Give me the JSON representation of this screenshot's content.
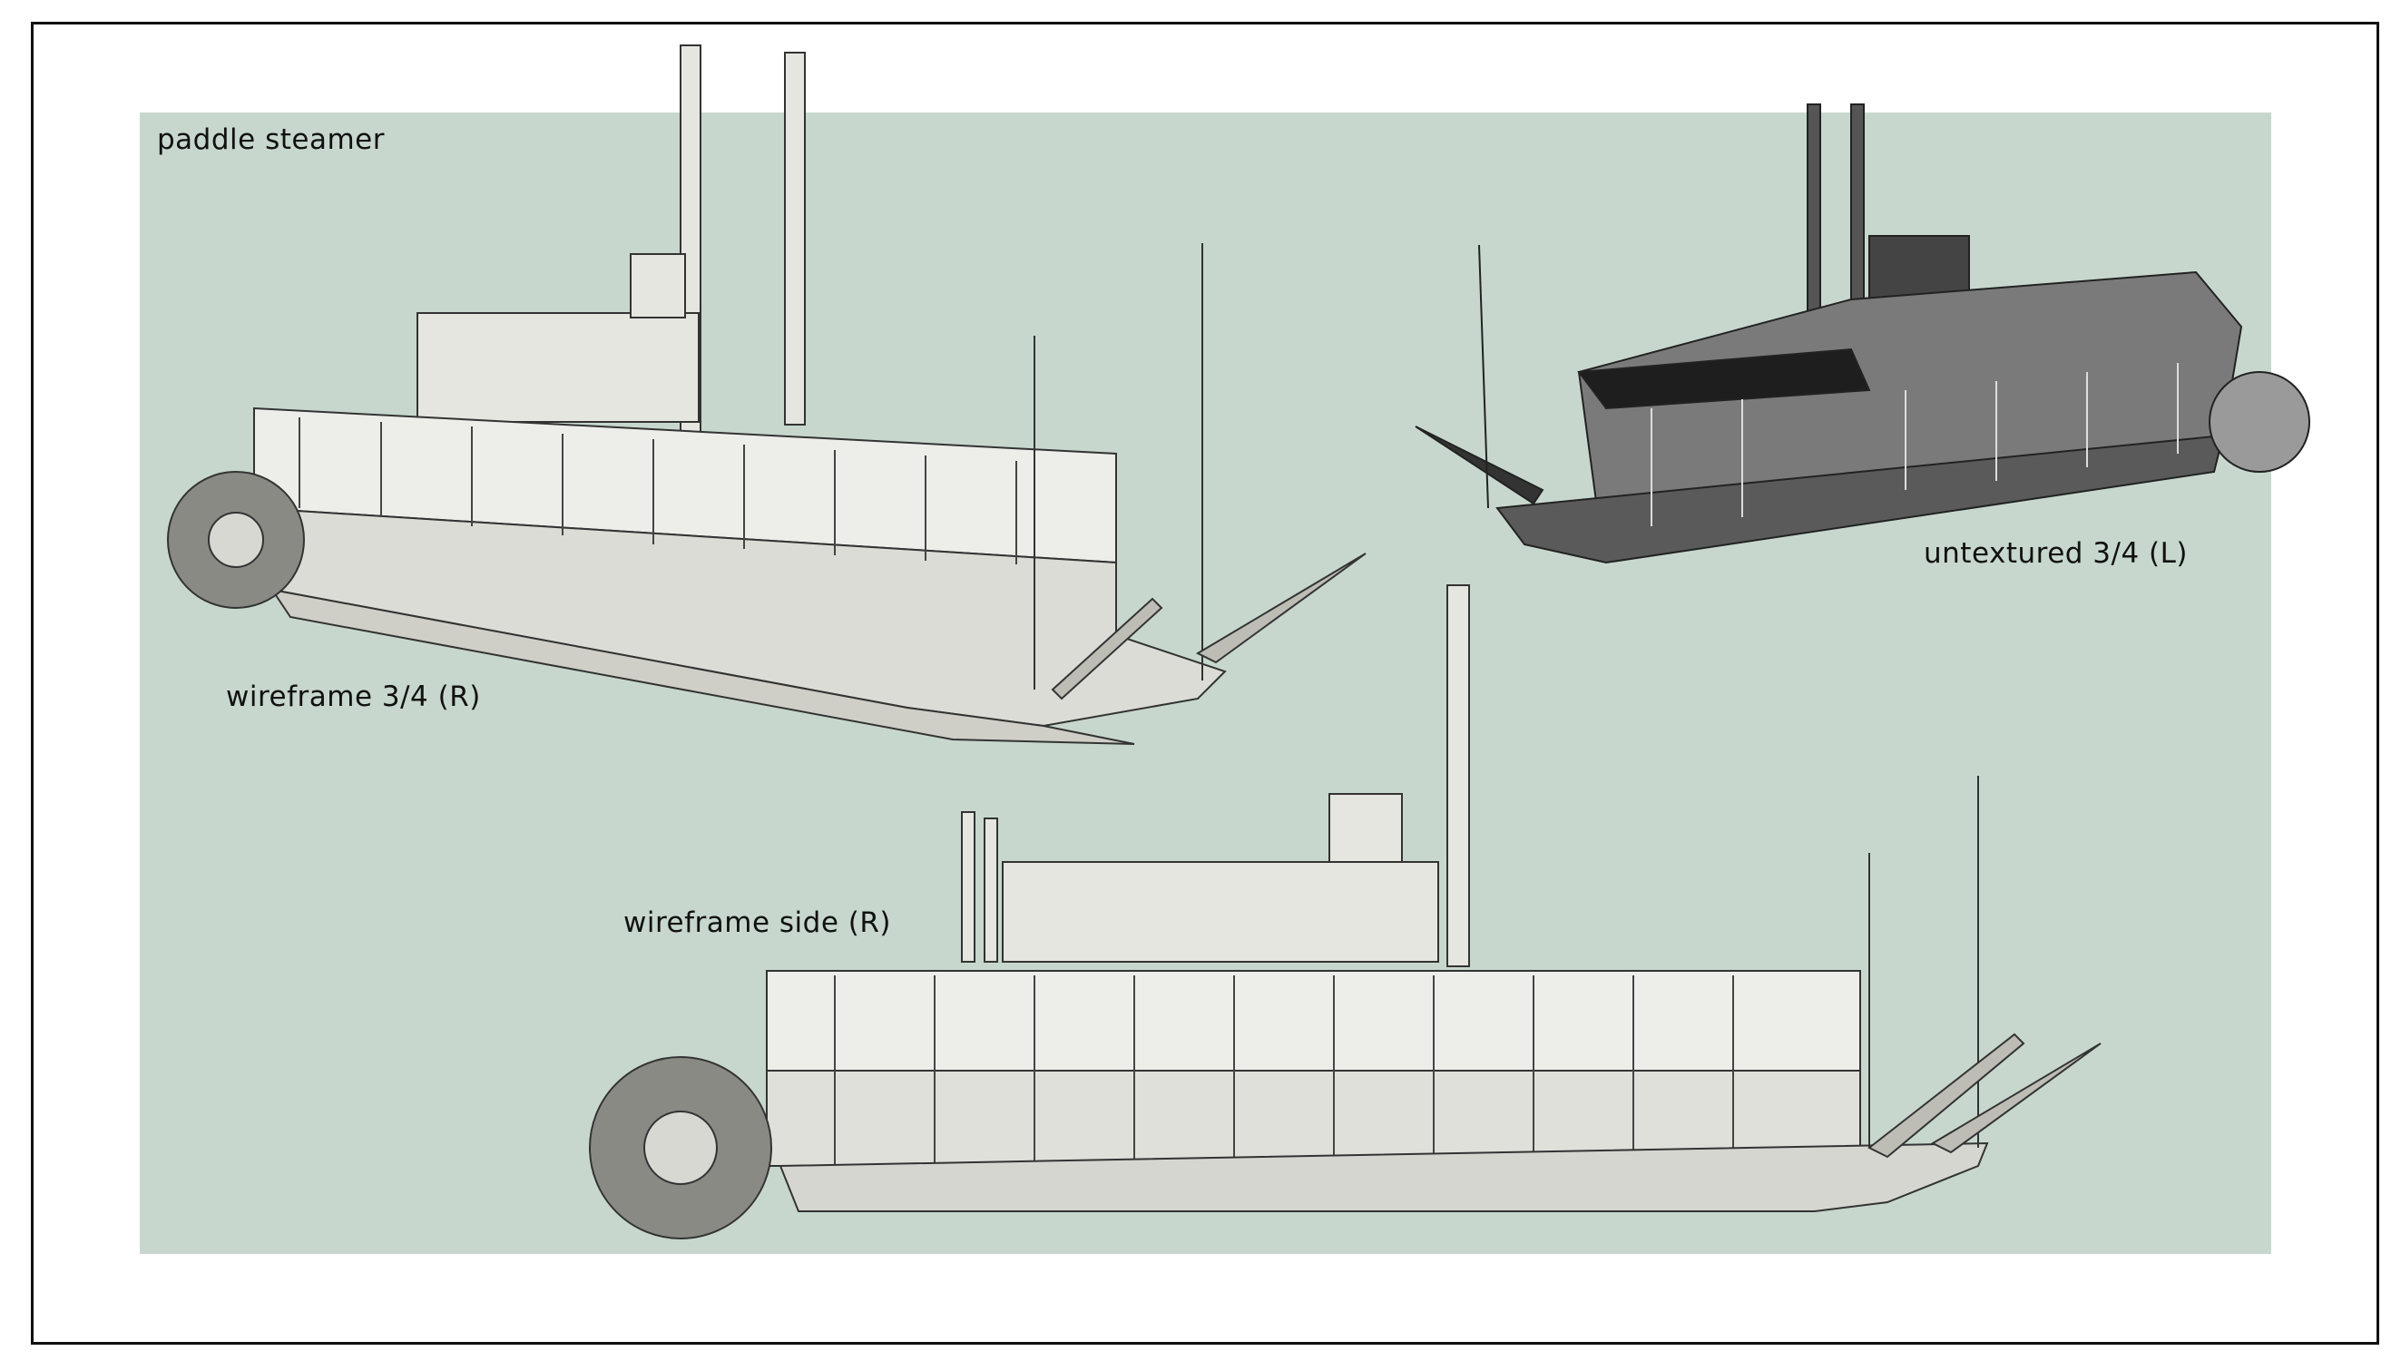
{
  "title": "paddle steamer",
  "views": [
    {
      "id": "wireframe-34-r",
      "label": "wireframe 3/4 (R)"
    },
    {
      "id": "untextured-34-l",
      "label": "untextured 3/4 (L)"
    },
    {
      "id": "wireframe-side-r",
      "label": "wireframe side (R)"
    }
  ],
  "colors": {
    "background": "#c7d7cd",
    "frame": "#111111",
    "model_light": "#e4e4df",
    "model_dark": "#4a4a4a"
  }
}
